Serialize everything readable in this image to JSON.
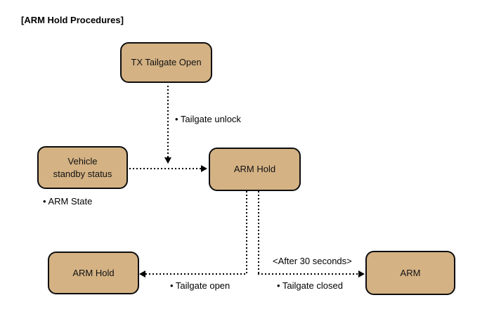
{
  "title": "[ARM Hold Procedures]",
  "colors": {
    "background": "#ffffff",
    "node_fill": "#d4b284",
    "node_border": "#0d0d0d",
    "text": "#000000"
  },
  "nodes": {
    "tx_tailgate_open": {
      "label": "TX Tailgate Open"
    },
    "vehicle_standby": {
      "line1": "Vehicle",
      "line2": "standby status"
    },
    "arm_hold_center": {
      "label": "ARM Hold"
    },
    "arm_hold_bottom": {
      "label": "ARM Hold"
    },
    "arm": {
      "label": "ARM"
    }
  },
  "edge_labels": {
    "tailgate_unlock": "• Tailgate unlock",
    "arm_state": "• ARM State",
    "tailgate_open": "• Tailgate open",
    "after_30_seconds": "<After 30 seconds>",
    "tailgate_closed": "• Tailgate closed"
  }
}
